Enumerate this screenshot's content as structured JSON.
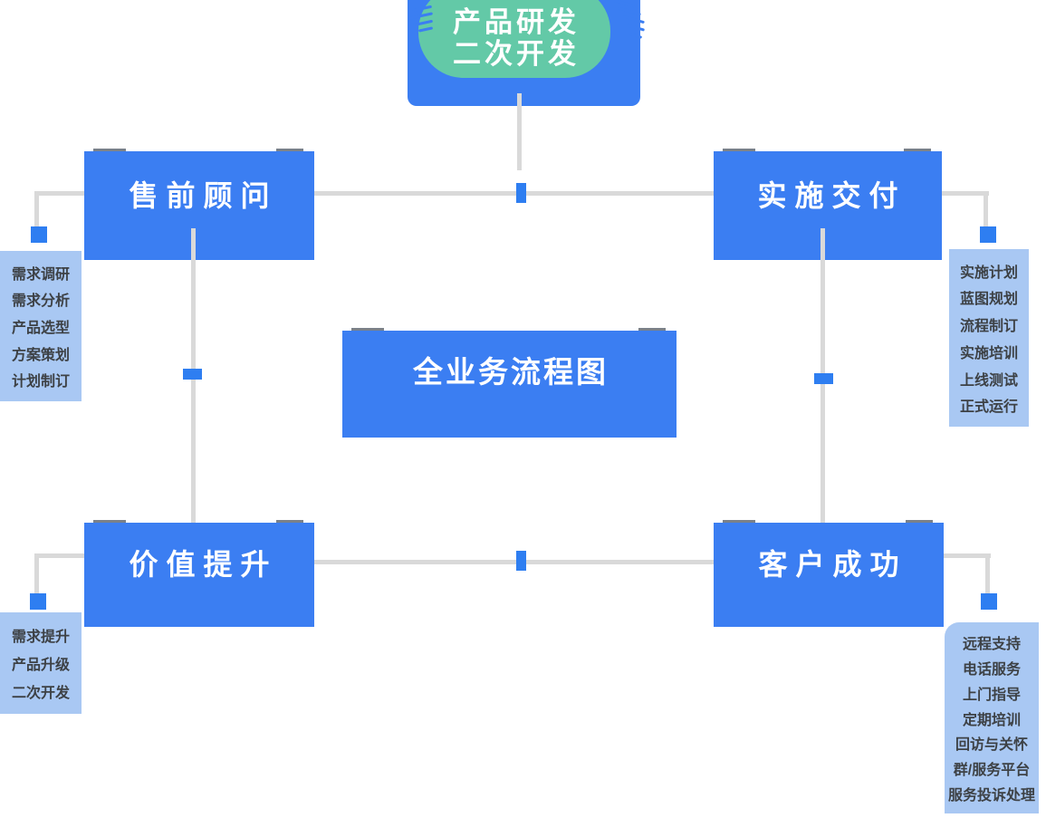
{
  "diagram_title": "全业务流程图",
  "colors": {
    "primary_blue": "#3b7ef2",
    "mint_green": "#63c9a7",
    "list_light_blue": "#a9c8f3",
    "connector_gray": "#d9d9d9",
    "list_text": "#3d4145",
    "box_text": "#ffffff"
  },
  "top_node": {
    "label_line1": "产品研发",
    "label_line2": "二次开发"
  },
  "center_node": {
    "label": "全业务流程图"
  },
  "nodes": {
    "presales": {
      "label": "售前顾问"
    },
    "delivery": {
      "label": "实施交付"
    },
    "value": {
      "label": "价值提升"
    },
    "success": {
      "label": "客户成功"
    }
  },
  "lists": {
    "presales": {
      "items": [
        "需求调研",
        "需求分析",
        "产品选型",
        "方案策划",
        "计划制订"
      ]
    },
    "delivery": {
      "items": [
        "实施计划",
        "蓝图规划",
        "流程制订",
        "实施培训",
        "上线测试",
        "正式运行"
      ]
    },
    "value": {
      "items": [
        "需求提升",
        "产品升级",
        "二次开发"
      ]
    },
    "success": {
      "items": [
        "远程支持",
        "电话服务",
        "上门指导",
        "定期培训",
        "回访与关怀",
        "群/服务平台",
        "服务投诉处理"
      ]
    }
  }
}
